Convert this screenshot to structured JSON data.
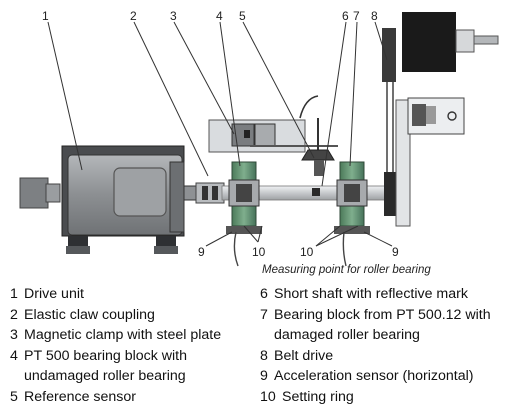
{
  "callouts": [
    "1",
    "2",
    "3",
    "4",
    "5",
    "6",
    "7",
    "8",
    "9",
    "10",
    "10",
    "9"
  ],
  "caption": "Measuring point for roller bearing",
  "legend": {
    "left": [
      {
        "num": "1",
        "text": "Drive unit"
      },
      {
        "num": "2",
        "text": "Elastic claw coupling"
      },
      {
        "num": "3",
        "text": "Magnetic clamp with steel plate"
      },
      {
        "num": "4",
        "text": "PT 500 bearing block with undamaged roller bearing"
      },
      {
        "num": "5",
        "text": "Reference sensor"
      }
    ],
    "right": [
      {
        "num": "6",
        "text": "Short shaft with reflective mark"
      },
      {
        "num": "7",
        "text": "Bearing block from PT 500.12 with damaged roller bearing"
      },
      {
        "num": "8",
        "text": "Belt drive"
      },
      {
        "num": "9",
        "text": "Acceleration sensor (horizontal)"
      },
      {
        "num": "10",
        "text": "Setting ring"
      }
    ]
  },
  "colors": {
    "motor_body": "#8a8d90",
    "motor_face": "#a7aaad",
    "base_dark": "#3c3e41",
    "bearing_green": "#5a8a6a",
    "shaft": "#d4d7da",
    "wheel_black": "#1a1a1a"
  }
}
